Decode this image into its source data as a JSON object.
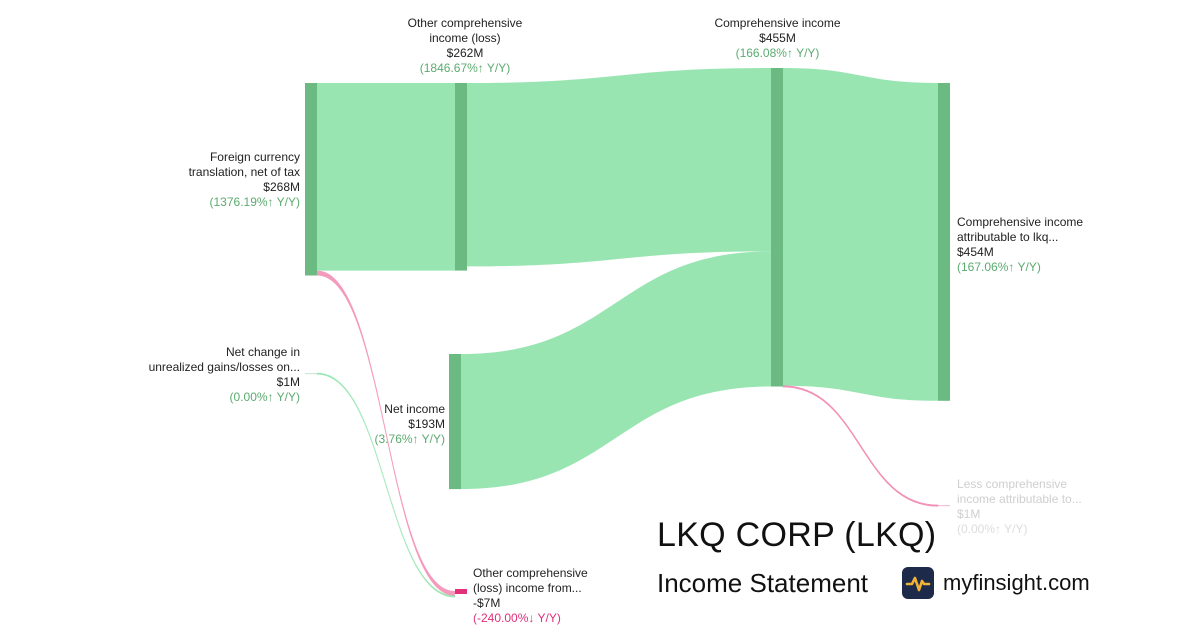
{
  "chart_data": {
    "type": "sankey",
    "colors": {
      "node": "#6aba82",
      "link_pos": "#98e5b2",
      "link_neg": "#f28ab2",
      "node_neg": "#e2307a",
      "label_pos": "#5bab70",
      "label_neg": "#e2307a"
    },
    "nodes": [
      {
        "id": "fx",
        "lines": [
          "Foreign currency",
          "translation, net of tax"
        ],
        "value": "$268M",
        "change": "(1376.19%↑ Y/Y)",
        "negative": false
      },
      {
        "id": "unreal",
        "lines": [
          "Net change in",
          "unrealized gains/losses on..."
        ],
        "value": "$1M",
        "change": "(0.00%↑ Y/Y)",
        "negative": false
      },
      {
        "id": "oci",
        "lines": [
          "Other comprehensive",
          "income (loss)"
        ],
        "value": "$262M",
        "change": "(1846.67%↑ Y/Y)",
        "negative": false
      },
      {
        "id": "ni",
        "lines": [
          "Net income"
        ],
        "value": "$193M",
        "change": "(3.76%↑ Y/Y)",
        "negative": false
      },
      {
        "id": "ocifrom",
        "lines": [
          "Other comprehensive",
          "(loss) income from..."
        ],
        "value": "-$7M",
        "change": "(-240.00%↓ Y/Y)",
        "negative": true
      },
      {
        "id": "ci",
        "lines": [
          "Comprehensive income"
        ],
        "value": "$455M",
        "change": "(166.08%↑ Y/Y)",
        "negative": false
      },
      {
        "id": "cilkq",
        "lines": [
          "Comprehensive income",
          "attributable to lkq..."
        ],
        "value": "$454M",
        "change": "(167.06%↑ Y/Y)",
        "negative": false
      },
      {
        "id": "lessci",
        "lines": [
          "Less comprehensive",
          "income attributable to..."
        ],
        "value": "$1M",
        "change": "(0.00%↑ Y/Y)",
        "negative": false
      }
    ],
    "links": [
      {
        "source": "fx",
        "target": "oci",
        "value": 268,
        "negative": false
      },
      {
        "source": "fx",
        "target": "ocifrom",
        "value": 7,
        "negative": true
      },
      {
        "source": "unreal",
        "target": "ocifrom",
        "value": 1,
        "negative": false
      },
      {
        "source": "oci",
        "target": "ci",
        "value": 262,
        "negative": false
      },
      {
        "source": "ni",
        "target": "ci",
        "value": 193,
        "negative": false
      },
      {
        "source": "ci",
        "target": "cilkq",
        "value": 454,
        "negative": false
      },
      {
        "source": "ci",
        "target": "lessci",
        "value": 1,
        "negative": true
      }
    ]
  },
  "brand": {
    "company": "LKQ CORP (LKQ)",
    "statement": "Income Statement",
    "site": "myfinsight.com",
    "logo_icon": "pulse-line-icon"
  }
}
